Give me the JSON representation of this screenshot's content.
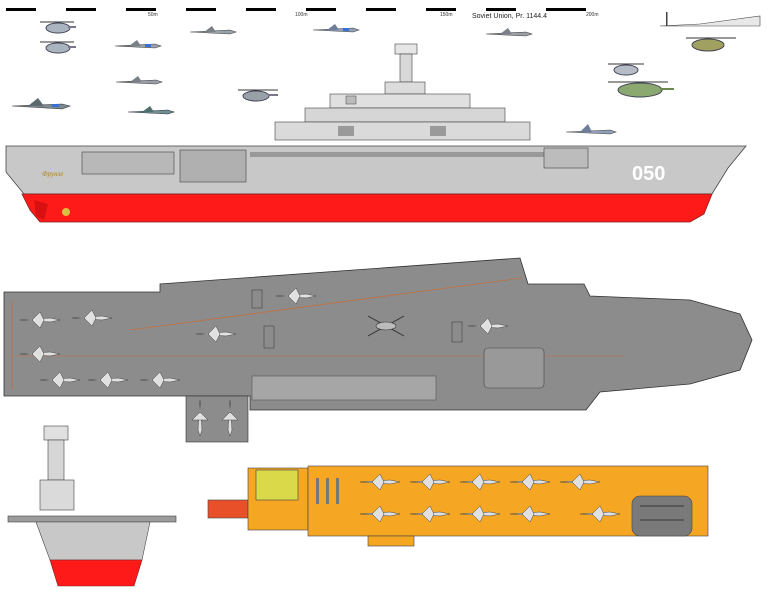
{
  "caption": "Soviet Union, Pr. 1144.4",
  "scale": {
    "ticks": [
      "50m",
      "100m",
      "150m",
      "200m"
    ]
  },
  "ship": {
    "hull_number": "050",
    "name": "Фрунзе"
  },
  "colors": {
    "hull_gray": "#c8c8c8",
    "deck_gray": "#8c8c8c",
    "waterline_red": "#ff1a1a",
    "hangar_orange": "#f5a623",
    "hangar_yellow": "#d9d94a",
    "aircraft_blue": "#3a6fd8"
  },
  "views": [
    "side-profile",
    "flight-deck-plan",
    "bow-view",
    "hangar-plan"
  ]
}
